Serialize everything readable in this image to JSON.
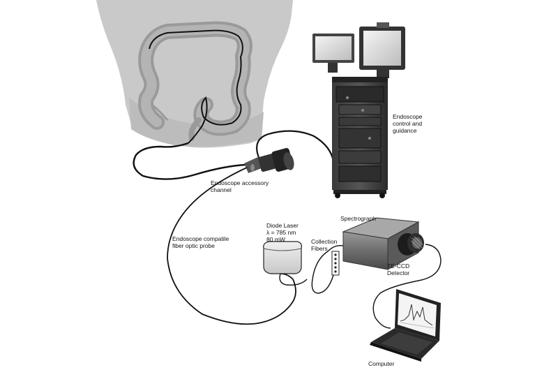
{
  "labels": {
    "endoscope_control": "Endoscope\ncontrol and\nguidance",
    "accessory_channel": "Endoscope accessory\nchannel",
    "fiber_probe": "Endoscope compatile\nfiber optic probe",
    "diode_laser_title": "Diode Laser",
    "diode_laser_wavelength": "λ = 785 nm",
    "diode_laser_power": "80 mW",
    "collection_fibers": "Collection\nFibers",
    "spectrograph": "Spectrograph",
    "ccd_detector": "TE-CCD\nDetector",
    "computer": "Computer"
  }
}
